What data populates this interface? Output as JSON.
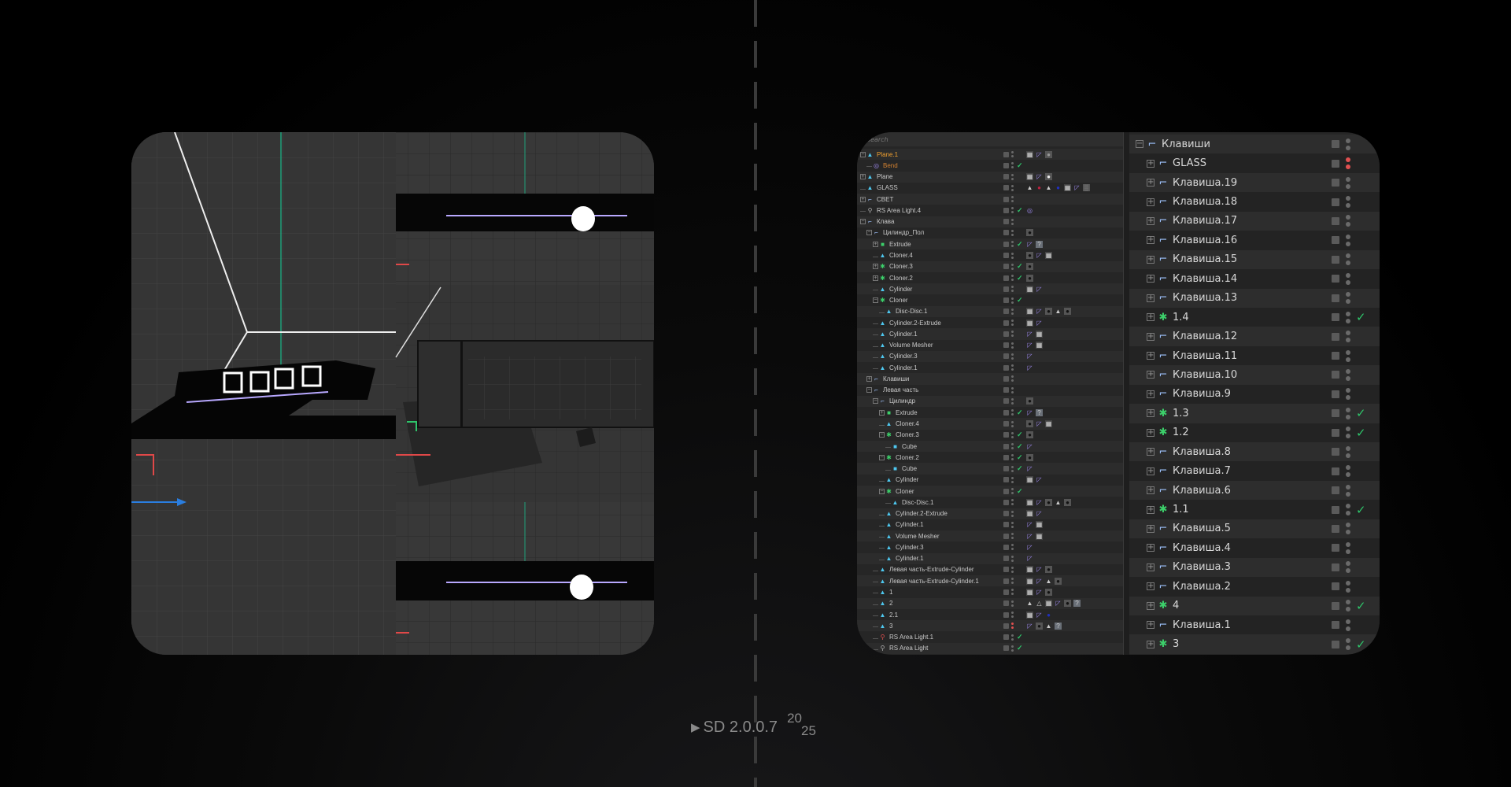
{
  "colors": {
    "accent_green": "#2ec46a",
    "red_dot": "#e05050",
    "name_orange": "#f0a030",
    "axis_green": "#1fa07a",
    "axis_red": "#e04848",
    "axis_blue": "#2a7ee0"
  },
  "outliner": {
    "search_placeholder": "Search",
    "left_rows": [
      {
        "d": 0,
        "e": "-",
        "i": "poly",
        "n": "Plane.1",
        "c": "orange",
        "k": false,
        "r": false,
        "t": [
          "checker",
          "phong",
          "grey-sphere"
        ]
      },
      {
        "d": 1,
        "e": "",
        "i": "bend",
        "n": "Bend",
        "c": "orange2",
        "k": true,
        "r": false,
        "t": []
      },
      {
        "d": 0,
        "e": "+",
        "i": "poly",
        "n": "Plane",
        "k": false,
        "r": false,
        "t": [
          "checker",
          "phong",
          "white-sphere"
        ]
      },
      {
        "d": 0,
        "e": "",
        "i": "poly",
        "n": "GLASS",
        "k": false,
        "r": false,
        "t": [
          "triangle",
          "red-sphere",
          "triangle",
          "blue-sphere",
          "checker",
          "phong",
          "noise"
        ]
      },
      {
        "d": 0,
        "e": "+",
        "i": "null",
        "n": "СВЕТ",
        "k": false,
        "r": false,
        "t": []
      },
      {
        "d": 0,
        "e": "",
        "i": "light",
        "n": "RS Area Light.4",
        "k": true,
        "r": false,
        "t": [
          "target"
        ]
      },
      {
        "d": 0,
        "e": "-",
        "i": "null",
        "n": "Клава",
        "k": false,
        "r": false,
        "t": []
      },
      {
        "d": 1,
        "e": "-",
        "i": "null",
        "n": "Цилиндр_Пол",
        "k": false,
        "r": false,
        "t": [
          "dark-sphere"
        ]
      },
      {
        "d": 2,
        "e": "+",
        "i": "extrude",
        "n": "Extrude",
        "k": true,
        "r": false,
        "t": [
          "phong",
          "question"
        ]
      },
      {
        "d": 2,
        "e": "",
        "i": "poly",
        "n": "Cloner.4",
        "k": false,
        "r": false,
        "t": [
          "dark-sphere",
          "phong",
          "checker"
        ]
      },
      {
        "d": 2,
        "e": "+",
        "i": "cloner",
        "n": "Cloner.3",
        "k": true,
        "r": false,
        "t": [
          "dark-sphere"
        ]
      },
      {
        "d": 2,
        "e": "+",
        "i": "cloner",
        "n": "Cloner.2",
        "k": true,
        "r": false,
        "t": [
          "dark-sphere"
        ]
      },
      {
        "d": 2,
        "e": "",
        "i": "poly",
        "n": "Cylinder",
        "k": false,
        "r": false,
        "t": [
          "checker",
          "phong"
        ]
      },
      {
        "d": 2,
        "e": "-",
        "i": "cloner",
        "n": "Cloner",
        "k": true,
        "r": false,
        "t": []
      },
      {
        "d": 3,
        "e": "",
        "i": "poly",
        "n": "Disc-Disc.1",
        "k": false,
        "r": false,
        "t": [
          "checker",
          "phong",
          "dark-sphere",
          "triangle",
          "dark-sphere"
        ]
      },
      {
        "d": 2,
        "e": "",
        "i": "poly",
        "n": "Cylinder.2-Extrude",
        "k": false,
        "r": false,
        "t": [
          "checker",
          "phong"
        ]
      },
      {
        "d": 2,
        "e": "",
        "i": "poly",
        "n": "Cylinder.1",
        "k": false,
        "r": false,
        "t": [
          "phong",
          "checker"
        ]
      },
      {
        "d": 2,
        "e": "",
        "i": "poly",
        "n": "Volume Mesher",
        "k": false,
        "r": false,
        "t": [
          "phong",
          "checker"
        ]
      },
      {
        "d": 2,
        "e": "",
        "i": "poly",
        "n": "Cylinder.3",
        "k": false,
        "r": false,
        "t": [
          "phong"
        ]
      },
      {
        "d": 2,
        "e": "",
        "i": "poly",
        "n": "Cylinder.1",
        "k": false,
        "r": false,
        "t": [
          "phong"
        ]
      },
      {
        "d": 1,
        "e": "+",
        "i": "null",
        "n": "Клавиши",
        "k": false,
        "r": false,
        "t": []
      },
      {
        "d": 1,
        "e": "-",
        "i": "null",
        "n": "Левая часть",
        "k": false,
        "r": false,
        "t": []
      },
      {
        "d": 2,
        "e": "-",
        "i": "null",
        "n": "Цилиндр",
        "k": false,
        "r": false,
        "t": [
          "dark-sphere"
        ]
      },
      {
        "d": 3,
        "e": "+",
        "i": "extrude",
        "n": "Extrude",
        "k": true,
        "r": false,
        "t": [
          "phong",
          "question"
        ]
      },
      {
        "d": 3,
        "e": "",
        "i": "poly",
        "n": "Cloner.4",
        "k": false,
        "r": false,
        "t": [
          "dark-sphere",
          "phong",
          "checker"
        ]
      },
      {
        "d": 3,
        "e": "-",
        "i": "cloner",
        "n": "Cloner.3",
        "k": true,
        "r": false,
        "t": [
          "dark-sphere"
        ]
      },
      {
        "d": 4,
        "e": "",
        "i": "cube",
        "n": "Cube",
        "k": true,
        "r": false,
        "t": [
          "phong"
        ]
      },
      {
        "d": 3,
        "e": "-",
        "i": "cloner",
        "n": "Cloner.2",
        "k": true,
        "r": false,
        "t": [
          "dark-sphere"
        ]
      },
      {
        "d": 4,
        "e": "",
        "i": "cube",
        "n": "Cube",
        "k": true,
        "r": false,
        "t": [
          "phong"
        ]
      },
      {
        "d": 3,
        "e": "",
        "i": "poly",
        "n": "Cylinder",
        "k": false,
        "r": false,
        "t": [
          "checker",
          "phong"
        ]
      },
      {
        "d": 3,
        "e": "-",
        "i": "cloner",
        "n": "Cloner",
        "k": true,
        "r": false,
        "t": []
      },
      {
        "d": 4,
        "e": "",
        "i": "poly",
        "n": "Disc-Disc.1",
        "k": false,
        "r": false,
        "t": [
          "checker",
          "phong",
          "dark-sphere",
          "triangle",
          "dark-sphere"
        ]
      },
      {
        "d": 3,
        "e": "",
        "i": "poly",
        "n": "Cylinder.2-Extrude",
        "k": false,
        "r": false,
        "t": [
          "checker",
          "phong"
        ]
      },
      {
        "d": 3,
        "e": "",
        "i": "poly",
        "n": "Cylinder.1",
        "k": false,
        "r": false,
        "t": [
          "phong",
          "checker"
        ]
      },
      {
        "d": 3,
        "e": "",
        "i": "poly",
        "n": "Volume Mesher",
        "k": false,
        "r": false,
        "t": [
          "phong",
          "checker"
        ]
      },
      {
        "d": 3,
        "e": "",
        "i": "poly",
        "n": "Cylinder.3",
        "k": false,
        "r": false,
        "t": [
          "phong"
        ]
      },
      {
        "d": 3,
        "e": "",
        "i": "poly",
        "n": "Cylinder.1",
        "k": false,
        "r": false,
        "t": [
          "phong"
        ]
      },
      {
        "d": 2,
        "e": "",
        "i": "poly",
        "n": "Левая часть-Extrude-Cylinder",
        "k": false,
        "r": false,
        "t": [
          "checker",
          "phong",
          "dark-sphere"
        ]
      },
      {
        "d": 2,
        "e": "",
        "i": "poly",
        "n": "Левая часть-Extrude-Cylinder.1",
        "k": false,
        "r": false,
        "t": [
          "checker",
          "phong",
          "triangle",
          "dark-sphere"
        ]
      },
      {
        "d": 2,
        "e": "",
        "i": "poly",
        "n": "1",
        "k": false,
        "r": false,
        "t": [
          "checker",
          "phong",
          "dark-sphere"
        ]
      },
      {
        "d": 2,
        "e": "",
        "i": "poly",
        "n": "2",
        "k": false,
        "r": false,
        "t": [
          "triangle",
          "outline-triangle",
          "checker",
          "phong",
          "dark-sphere",
          "question"
        ]
      },
      {
        "d": 2,
        "e": "",
        "i": "poly",
        "n": "2.1",
        "k": false,
        "r": false,
        "t": [
          "checker",
          "phong",
          "blue-sphere"
        ]
      },
      {
        "d": 2,
        "e": "",
        "i": "poly",
        "n": "3",
        "k": false,
        "r": true,
        "t": [
          "phong",
          "dark-sphere",
          "triangle",
          "question"
        ]
      },
      {
        "d": 2,
        "e": "",
        "i": "light-red",
        "n": "RS Area Light.1",
        "k": true,
        "r": false,
        "t": []
      },
      {
        "d": 2,
        "e": "",
        "i": "light",
        "n": "RS Area Light",
        "k": true,
        "r": false,
        "t": []
      }
    ],
    "right_rows": [
      {
        "d": 0,
        "e": "-",
        "i": "null",
        "n": "Клавиши",
        "k": false,
        "r": false
      },
      {
        "d": 1,
        "e": "+",
        "i": "null",
        "n": "GLASS",
        "k": false,
        "r": true
      },
      {
        "d": 1,
        "e": "+",
        "i": "null",
        "n": "Клавиша.19",
        "k": false,
        "r": false
      },
      {
        "d": 1,
        "e": "+",
        "i": "null",
        "n": "Клавиша.18",
        "k": false,
        "r": false
      },
      {
        "d": 1,
        "e": "+",
        "i": "null",
        "n": "Клавиша.17",
        "k": false,
        "r": false
      },
      {
        "d": 1,
        "e": "+",
        "i": "null",
        "n": "Клавиша.16",
        "k": false,
        "r": false
      },
      {
        "d": 1,
        "e": "+",
        "i": "null",
        "n": "Клавиша.15",
        "k": false,
        "r": false
      },
      {
        "d": 1,
        "e": "+",
        "i": "null",
        "n": "Клавиша.14",
        "k": false,
        "r": false
      },
      {
        "d": 1,
        "e": "+",
        "i": "null",
        "n": "Клавиша.13",
        "k": false,
        "r": false
      },
      {
        "d": 1,
        "e": "+",
        "i": "cloner",
        "n": "1.4",
        "k": true,
        "r": false
      },
      {
        "d": 1,
        "e": "+",
        "i": "null",
        "n": "Клавиша.12",
        "k": false,
        "r": false
      },
      {
        "d": 1,
        "e": "+",
        "i": "null",
        "n": "Клавиша.11",
        "k": false,
        "r": false
      },
      {
        "d": 1,
        "e": "+",
        "i": "null",
        "n": "Клавиша.10",
        "k": false,
        "r": false
      },
      {
        "d": 1,
        "e": "+",
        "i": "null",
        "n": "Клавиша.9",
        "k": false,
        "r": false
      },
      {
        "d": 1,
        "e": "+",
        "i": "cloner",
        "n": "1.3",
        "k": true,
        "r": false
      },
      {
        "d": 1,
        "e": "+",
        "i": "cloner",
        "n": "1.2",
        "k": true,
        "r": false
      },
      {
        "d": 1,
        "e": "+",
        "i": "null",
        "n": "Клавиша.8",
        "k": false,
        "r": false
      },
      {
        "d": 1,
        "e": "+",
        "i": "null",
        "n": "Клавиша.7",
        "k": false,
        "r": false
      },
      {
        "d": 1,
        "e": "+",
        "i": "null",
        "n": "Клавиша.6",
        "k": false,
        "r": false
      },
      {
        "d": 1,
        "e": "+",
        "i": "cloner",
        "n": "1.1",
        "k": true,
        "r": false
      },
      {
        "d": 1,
        "e": "+",
        "i": "null",
        "n": "Клавиша.5",
        "k": false,
        "r": false
      },
      {
        "d": 1,
        "e": "+",
        "i": "null",
        "n": "Клавиша.4",
        "k": false,
        "r": false
      },
      {
        "d": 1,
        "e": "+",
        "i": "null",
        "n": "Клавиша.3",
        "k": false,
        "r": false
      },
      {
        "d": 1,
        "e": "+",
        "i": "null",
        "n": "Клавиша.2",
        "k": false,
        "r": false
      },
      {
        "d": 1,
        "e": "+",
        "i": "cloner",
        "n": "4",
        "k": true,
        "r": false
      },
      {
        "d": 1,
        "e": "+",
        "i": "null",
        "n": "Клавиша.1",
        "k": false,
        "r": false
      },
      {
        "d": 1,
        "e": "+",
        "i": "cloner",
        "n": "3",
        "k": true,
        "r": false
      }
    ]
  },
  "footer": {
    "play_icon": "▶",
    "version": "SD 2.0.0.7",
    "year_top": "20",
    "year_bottom": "25"
  }
}
